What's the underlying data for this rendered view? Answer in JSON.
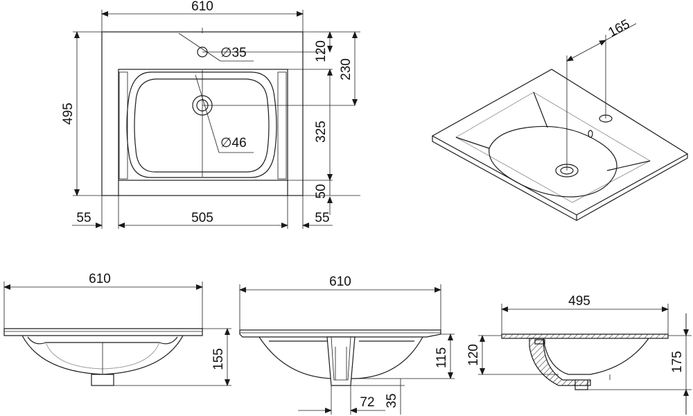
{
  "top_view": {
    "width_total": "610",
    "depth_total": "495",
    "tap_hole": "∅35",
    "drain_hole": "∅46",
    "tap_offset": "120",
    "drain_offset": "230",
    "bowl_depth": "325",
    "front_margin": "50",
    "left_margin": "55",
    "bowl_width": "505",
    "right_margin": "55"
  },
  "iso_view": {
    "tap_axis_offset": "165"
  },
  "front_view": {
    "width": "610",
    "height": "155"
  },
  "back_view": {
    "width": "610",
    "height": "115",
    "outlet_width": "72",
    "outlet_height": "35"
  },
  "side_view": {
    "depth": "495",
    "inner_height": "120",
    "total_height": "175"
  }
}
